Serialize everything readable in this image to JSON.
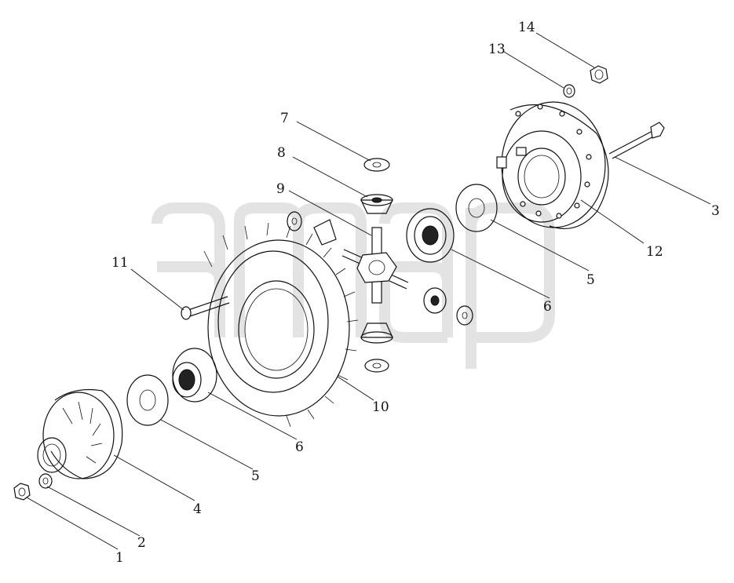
{
  "diagram": {
    "callouts": [
      "1",
      "2",
      "3",
      "4",
      "5",
      "5",
      "6",
      "6",
      "7",
      "8",
      "9",
      "10",
      "11",
      "12",
      "13",
      "14"
    ],
    "colors": {
      "ink": "#111111",
      "watermark": "#e3e3e3",
      "background": "#ffffff"
    }
  }
}
